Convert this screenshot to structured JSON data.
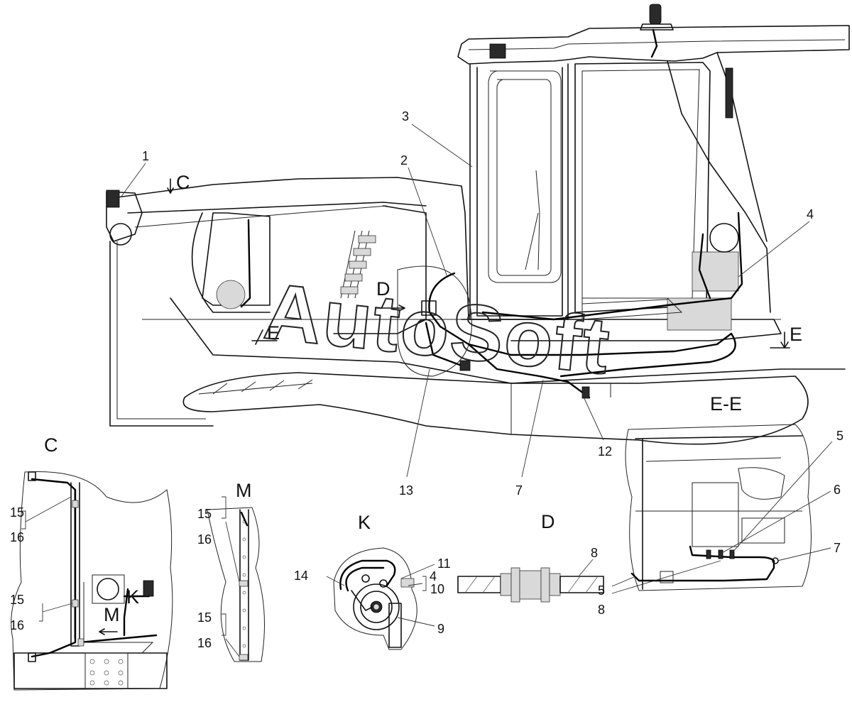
{
  "watermark": "AutoSoft",
  "views": {
    "c_top": "C",
    "d_main": "D",
    "e_left": "E",
    "e_right": "E",
    "section_ee": "E-E",
    "view_c": "C",
    "view_m": "M",
    "view_k": "K",
    "view_d": "D",
    "inner_k": "K",
    "inner_m": "M"
  },
  "callouts": {
    "main_1": "1",
    "main_2": "2",
    "main_3": "3",
    "main_4": "4",
    "main_12": "12",
    "main_13": "13",
    "main_7": "7",
    "c_15a": "15",
    "c_16a": "16",
    "c_15b": "15",
    "c_16b": "16",
    "m_15a": "15",
    "m_16a": "16",
    "m_15b": "15",
    "m_16b": "16",
    "k_14": "14",
    "k_11": "11",
    "k_4": "4",
    "k_10": "10",
    "k_9": "9",
    "d_8": "8",
    "ee_5a": "5",
    "ee_6": "6",
    "ee_7": "7",
    "ee_5b": "5",
    "ee_8": "8"
  }
}
